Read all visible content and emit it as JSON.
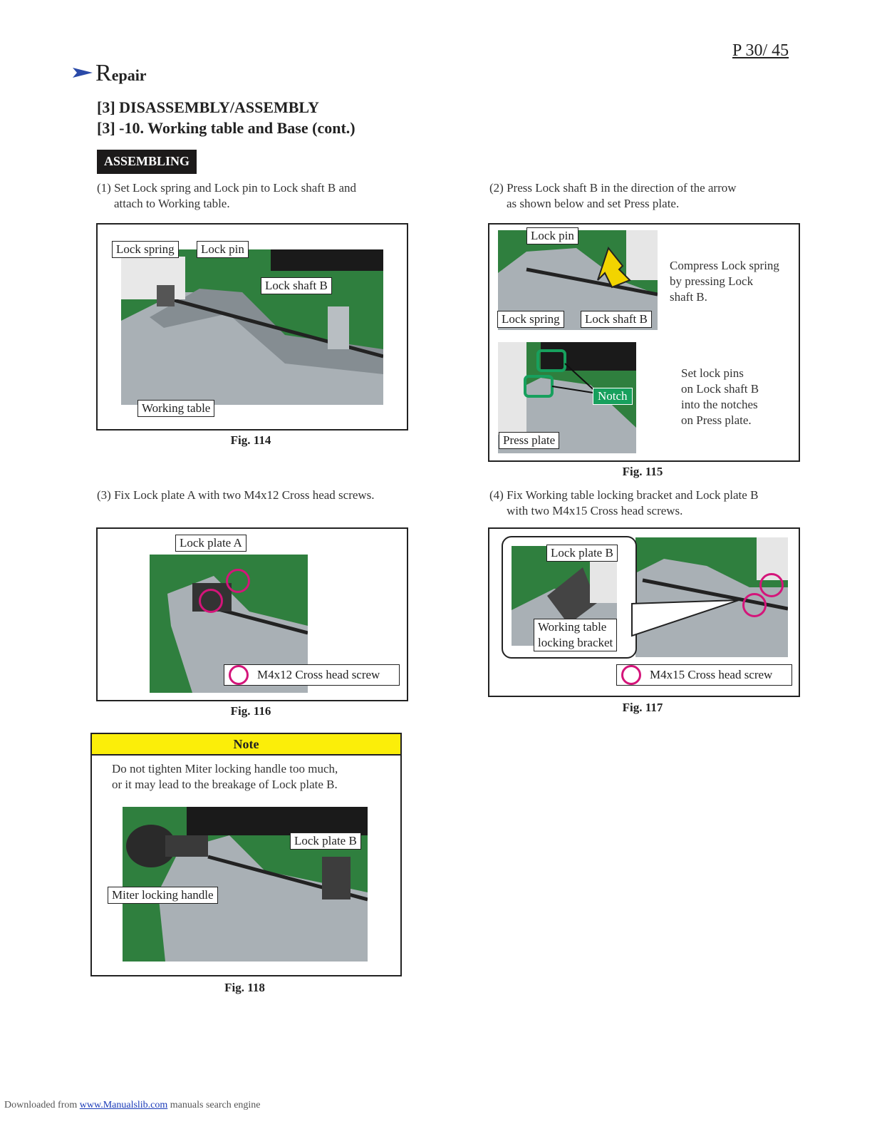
{
  "header": {
    "page": "P  30/ 45",
    "title_first": "R",
    "title_rest": "epair"
  },
  "section": {
    "line1": "[3] DISASSEMBLY/ASSEMBLY",
    "line2": "[3] -10. Working table and Base (cont.)"
  },
  "badge": "ASSEMBLING",
  "steps": {
    "s1": {
      "line1": "(1) Set Lock spring and Lock pin to Lock shaft B and",
      "line2": "attach to Working table."
    },
    "s2": {
      "line1": "(2) Press Lock shaft B in the direction of the arrow",
      "line2": "as shown below and set Press plate."
    },
    "s3": {
      "line1": "(3) Fix Lock plate A with two M4x12 Cross head screws."
    },
    "s4": {
      "line1": "(4) Fix Working table locking bracket and Lock plate B",
      "line2": "with two M4x15 Cross head screws."
    }
  },
  "fig114": {
    "caption": "Fig. 114",
    "labels": {
      "lock_spring": "Lock spring",
      "lock_pin": "Lock pin",
      "lock_shaft_b": "Lock shaft B",
      "working_table": "Working table"
    }
  },
  "fig115": {
    "caption": "Fig. 115",
    "labels": {
      "lock_pin": "Lock pin",
      "lock_spring": "Lock spring",
      "lock_shaft_b": "Lock shaft B",
      "notch": "Notch",
      "press_plate": "Press plate"
    },
    "text_top": [
      "Compress Lock spring",
      "by pressing Lock",
      "shaft B."
    ],
    "text_bottom": [
      "Set lock pins",
      "on Lock shaft B",
      "into the notches",
      "on Press plate."
    ]
  },
  "fig116": {
    "caption": "Fig. 116",
    "labels": {
      "lock_plate_a": "Lock plate A",
      "legend": "M4x12 Cross head screw"
    }
  },
  "fig117": {
    "caption": "Fig. 117",
    "labels": {
      "lock_plate_b": "Lock plate B",
      "bracket_line1": "Working table",
      "bracket_line2": "locking bracket",
      "legend": "M4x15 Cross head screw"
    }
  },
  "note": {
    "title": "Note",
    "line1": "Do not tighten Miter locking handle too much,",
    "line2": "or it may lead to the breakage of Lock plate B."
  },
  "fig118": {
    "caption": "Fig. 118",
    "labels": {
      "lock_plate_b": "Lock plate B",
      "miter_handle": "Miter locking handle"
    }
  },
  "footer": {
    "prefix": "Downloaded from ",
    "link": "www.Manualslib.com",
    "suffix": " manuals search engine"
  },
  "colors": {
    "accent_blue": "#2a4aa8",
    "note_yellow": "#fbee09",
    "screw_circle": "#d4157a",
    "notch_green": "#17a05d"
  }
}
